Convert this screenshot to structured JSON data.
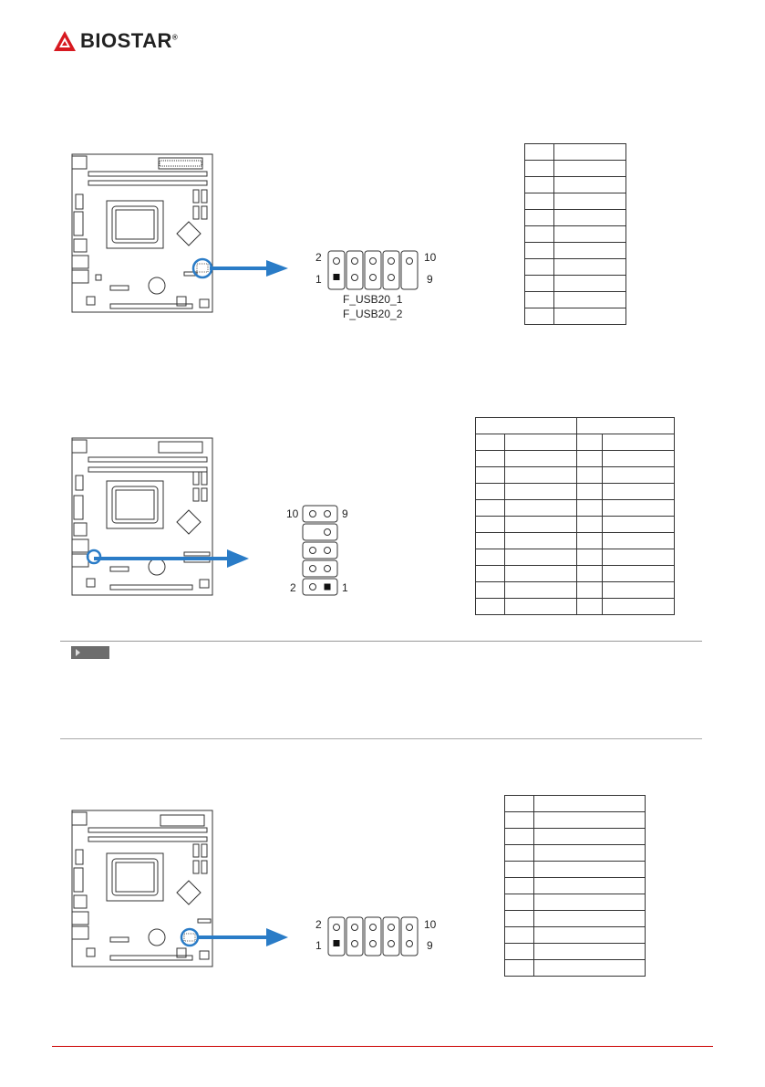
{
  "brand": {
    "name": "BIOSTAR",
    "reg": "®",
    "color": "#d71920"
  },
  "usb_header_1": {
    "pin_left_top": "2",
    "pin_left_bottom": "1",
    "pin_right_top": "10",
    "pin_right_bottom": "9",
    "labels": [
      "F_USB20_1",
      "F_USB20_2"
    ],
    "table_rows": 10
  },
  "usb_header_2": {
    "pin_top_left": "10",
    "pin_top_right": "9",
    "pin_bottom_left": "2",
    "pin_bottom_right": "1",
    "table_rows": 10
  },
  "usb_header_3": {
    "pin_left_top": "2",
    "pin_left_bottom": "1",
    "pin_right_top": "10",
    "pin_right_bottom": "9",
    "table_rows": 10
  },
  "colors": {
    "arrow": "#2a7cc7",
    "footer_line": "#cc0000"
  }
}
